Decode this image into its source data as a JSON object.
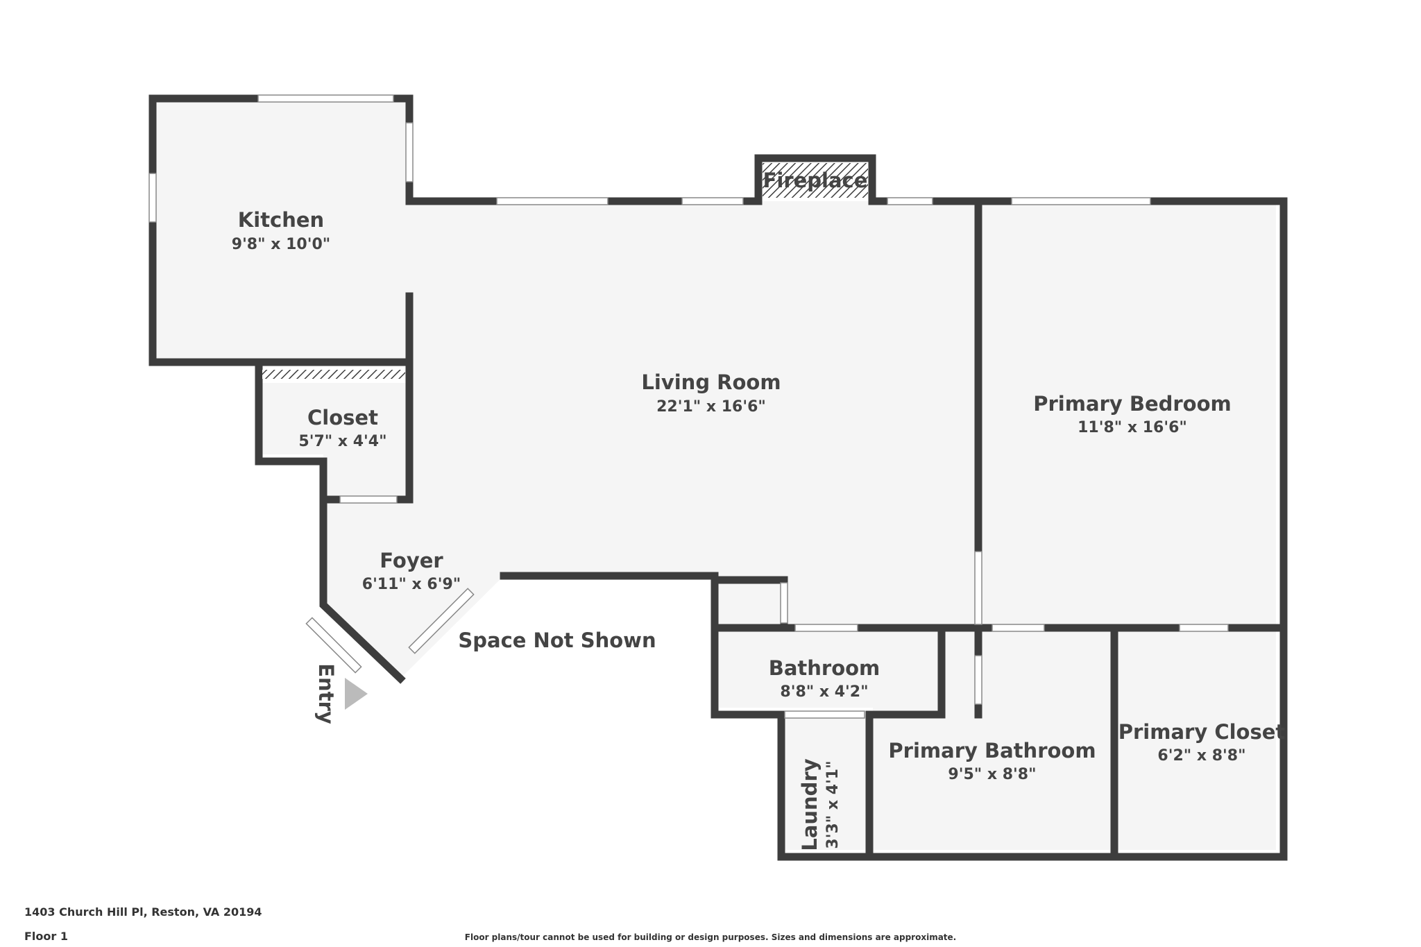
{
  "rooms": {
    "kitchen": {
      "name": "Kitchen",
      "dims": "9'8\" x 10'0\""
    },
    "living_room": {
      "name": "Living Room",
      "dims": "22'1\" x 16'6\""
    },
    "closet": {
      "name": "Closet",
      "dims": "5'7\" x 4'4\""
    },
    "foyer": {
      "name": "Foyer",
      "dims": "6'11\" x 6'9\""
    },
    "primary_bedroom": {
      "name": "Primary Bedroom",
      "dims": "11'8\" x 16'6\""
    },
    "bathroom": {
      "name": "Bathroom",
      "dims": "8'8\" x 4'2\""
    },
    "laundry": {
      "name": "Laundry",
      "dims": "3'3\" x 4'1\""
    },
    "primary_bathroom": {
      "name": "Primary Bathroom",
      "dims": "9'5\" x 8'8\""
    },
    "primary_closet": {
      "name": "Primary Closet",
      "dims": "6'2\" x 8'8\""
    }
  },
  "labels": {
    "fireplace": "Fireplace",
    "space_not_shown": "Space Not Shown",
    "entry": "Entry"
  },
  "footer": {
    "address": "1403 Church Hill Pl, Reston, VA 20194",
    "floor": "Floor 1",
    "disclaimer": "Floor plans/tour cannot be used for building or design purposes. Sizes and dimensions are approximate."
  },
  "colors": {
    "wall": "#3d3d3d",
    "floor": "#f5f5f5",
    "text": "#444444",
    "entry_arrow": "#bbbbbb"
  }
}
